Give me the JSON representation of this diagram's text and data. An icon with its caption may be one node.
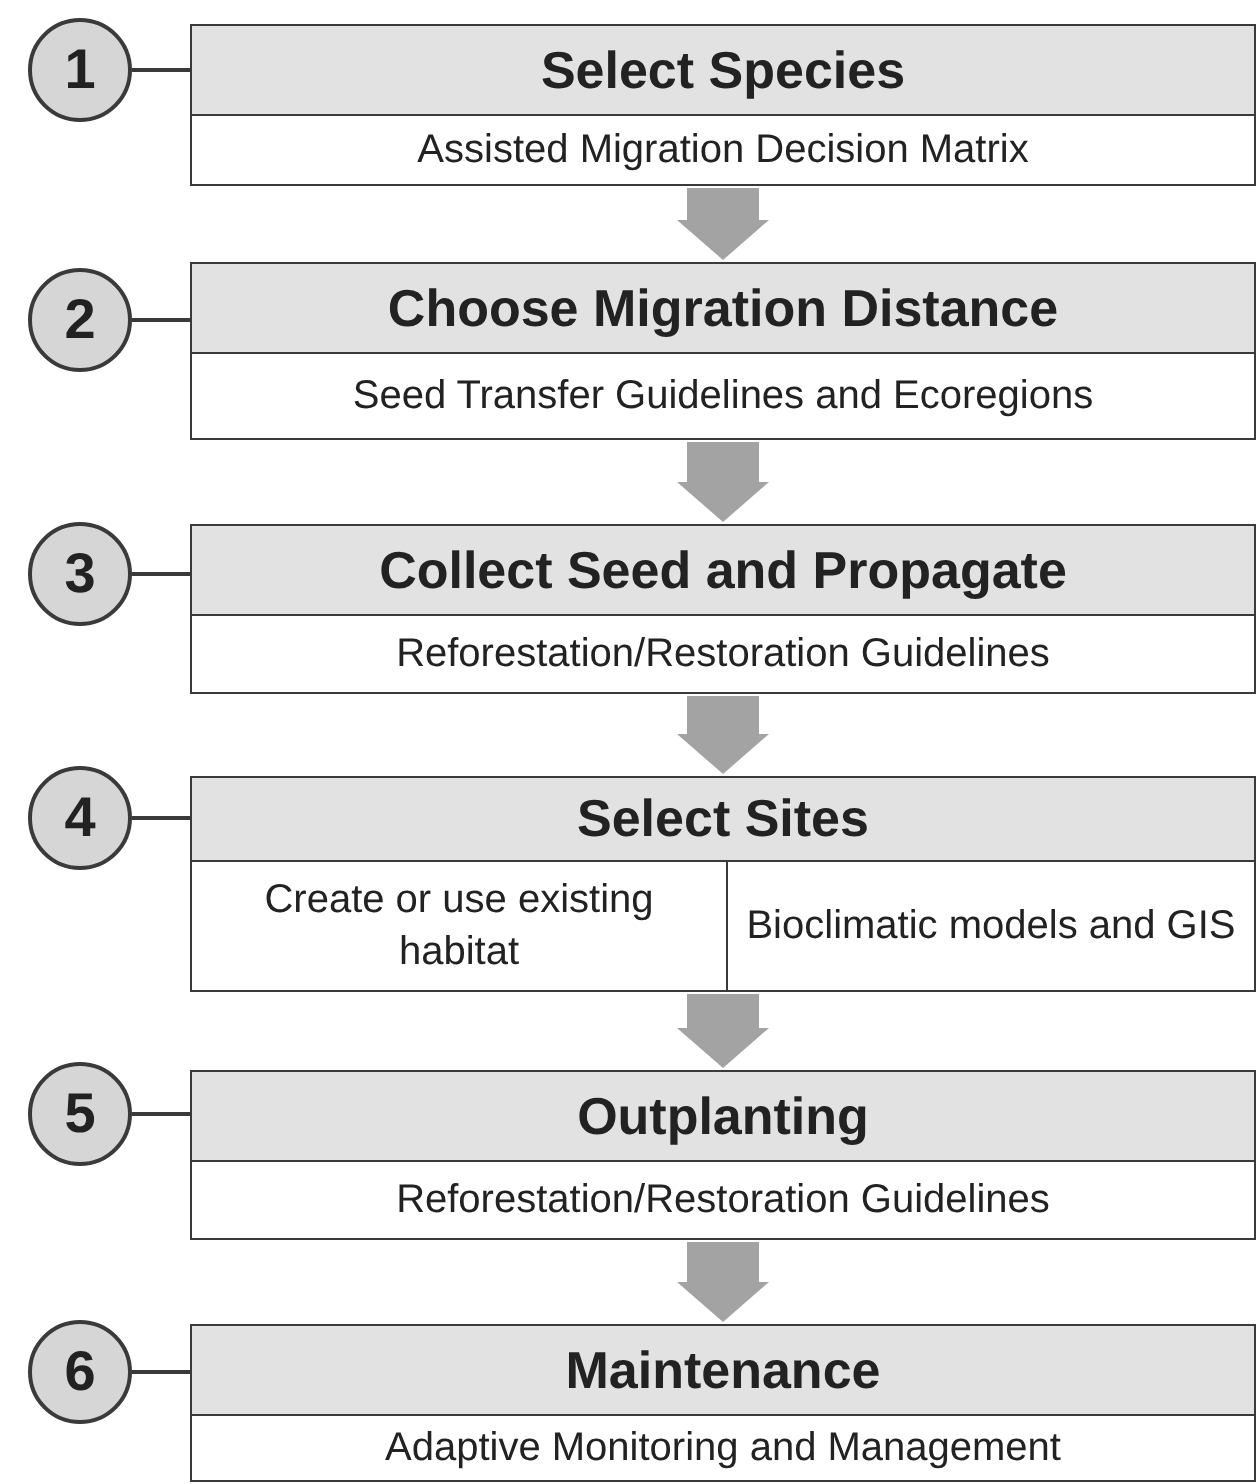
{
  "diagram": {
    "nodes": [
      {
        "text": [
          "1"
        ]
      },
      {
        "text": [
          "Select Species",
          "Assisted Migration Decision Matrix"
        ]
      },
      {
        "text": [
          "2"
        ]
      },
      {
        "text": [
          "Choose Migration Distance",
          "Seed Transfer Guidelines and Ecoregions"
        ]
      },
      {
        "text": [
          "3"
        ]
      },
      {
        "text": [
          "Collect Seed and Propagate",
          "Reforestation/Restoration Guidelines"
        ]
      },
      {
        "text": [
          "4"
        ]
      },
      {
        "text": [
          "Select Sites"
        ]
      },
      {
        "text": [
          "Create or use existing habitat"
        ],
        "in": 7
      },
      {
        "text": [
          "Bioclimatic models and GIS"
        ],
        "in": 7
      },
      {
        "text": [
          "5"
        ]
      },
      {
        "text": [
          "Outplanting",
          "Reforestation/Restoration Guidelines"
        ]
      },
      {
        "text": [
          "6"
        ]
      },
      {
        "text": [
          "Maintenance",
          "Adaptive Monitoring and Management"
        ]
      }
    ],
    "edges": [
      {
        "from": 0,
        "to": 1,
        "arrow": "none"
      },
      {
        "from": 2,
        "to": 3,
        "arrow": "none"
      },
      {
        "from": 4,
        "to": 5,
        "arrow": "none"
      },
      {
        "from": 6,
        "to": 7,
        "arrow": "none"
      },
      {
        "from": 10,
        "to": 11,
        "arrow": "none"
      },
      {
        "from": 12,
        "to": 13,
        "arrow": "none"
      },
      {
        "from": 1,
        "to": 3,
        "arrow": "to",
        "style": "thick",
        "color": "#a3a3a3"
      },
      {
        "from": 3,
        "to": 5,
        "arrow": "to",
        "style": "thick",
        "color": "#a3a3a3"
      },
      {
        "from": 5,
        "to": 7,
        "arrow": "to",
        "style": "thick",
        "color": "#a3a3a3"
      },
      {
        "from": 7,
        "to": 11,
        "arrow": "to",
        "style": "thick",
        "color": "#a3a3a3"
      },
      {
        "from": 11,
        "to": 13,
        "arrow": "to",
        "style": "thick",
        "color": "#a3a3a3"
      }
    ]
  }
}
